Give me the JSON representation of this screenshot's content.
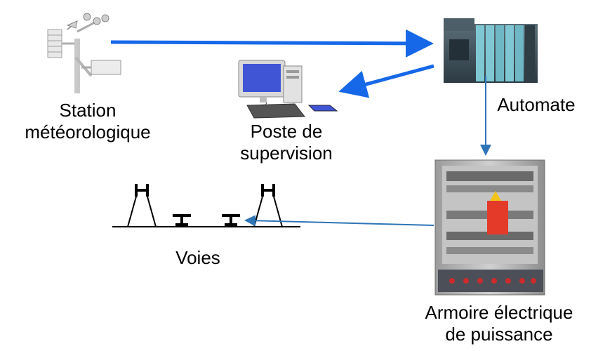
{
  "labels": {
    "station_line1": "Station",
    "station_line2": "météorologique",
    "poste_line1": "Poste de",
    "poste_line2": "supervision",
    "automate": "Automate",
    "voies": "Voies",
    "armoire_line1": "Armoire électrique",
    "armoire_line2": "de puissance"
  },
  "colors": {
    "arrow_main": "#1668e8",
    "arrow_thin": "#2e75b6",
    "plc_body": "#3d4f5a",
    "plc_module": "#7fc7d3",
    "cabinet": "#b9b9b9",
    "rail": "#000000"
  },
  "icons": [
    "weather-station-icon",
    "computer-icon",
    "plc-icon",
    "electrical-cabinet-icon",
    "rail-track-icon"
  ]
}
